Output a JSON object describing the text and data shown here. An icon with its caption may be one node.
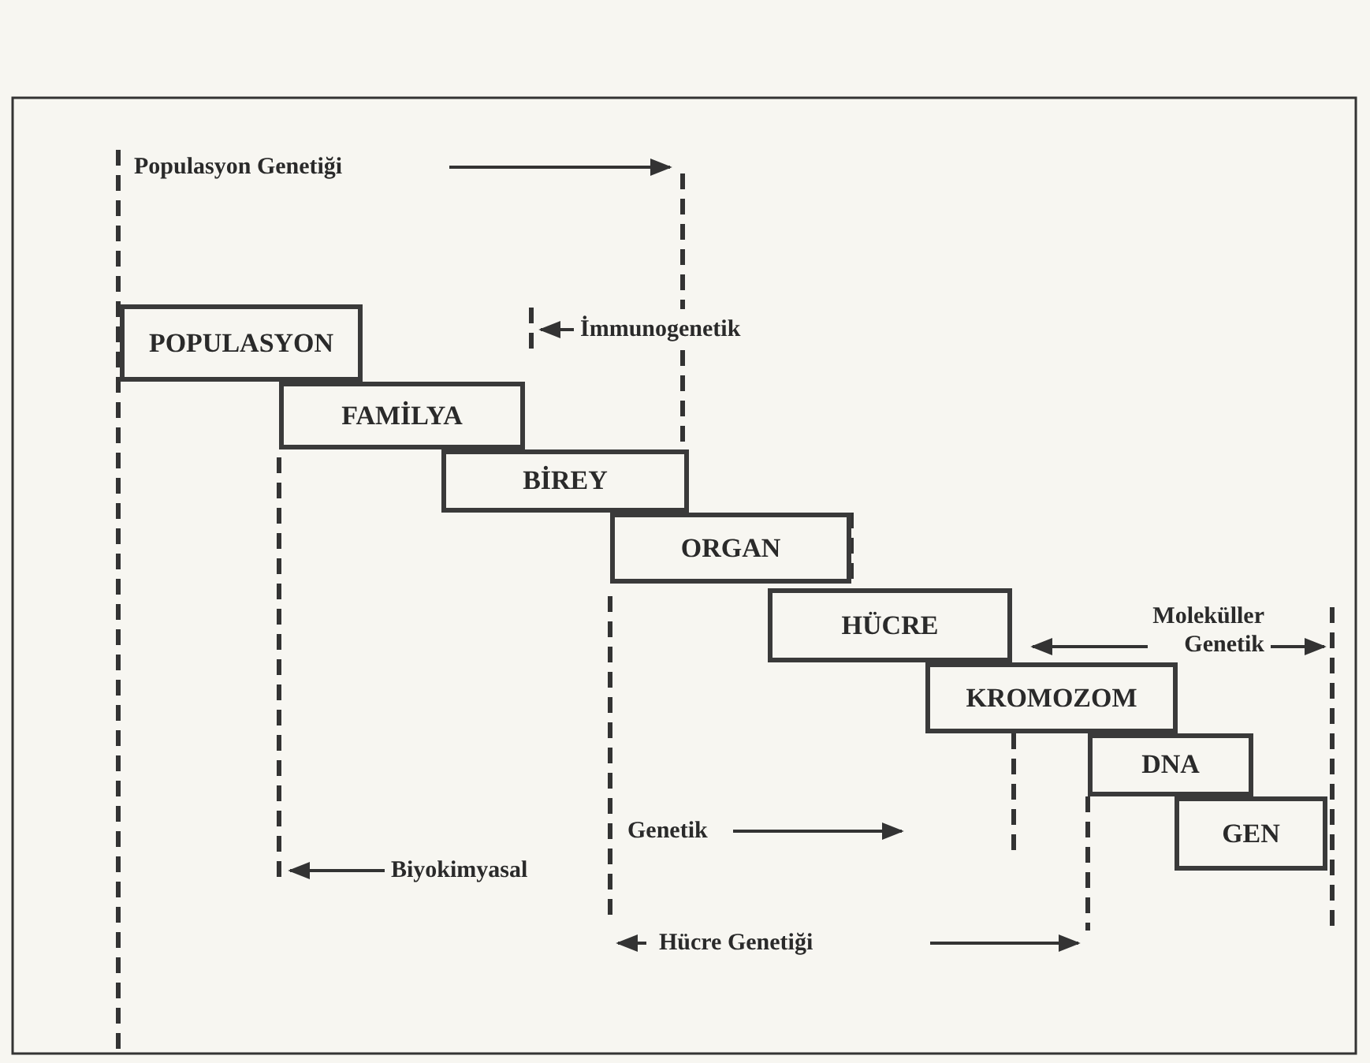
{
  "diagram": {
    "nodes": [
      {
        "text": [
          "POPULASYON"
        ]
      },
      {
        "text": [
          "FAMİLYA"
        ]
      },
      {
        "text": [
          "BİREY"
        ]
      },
      {
        "text": [
          "ORGAN"
        ]
      },
      {
        "text": [
          "HÜCRE"
        ]
      },
      {
        "text": [
          "KROMOZOM"
        ]
      },
      {
        "text": [
          "DNA"
        ]
      },
      {
        "text": [
          "GEN"
        ]
      }
    ],
    "labels": [
      "Populasyon Genetiği",
      "İmmunogenetik",
      "Moleküller Genetik",
      "Biyokimyasal",
      "Genetik",
      "Hücre Genetiği"
    ]
  }
}
